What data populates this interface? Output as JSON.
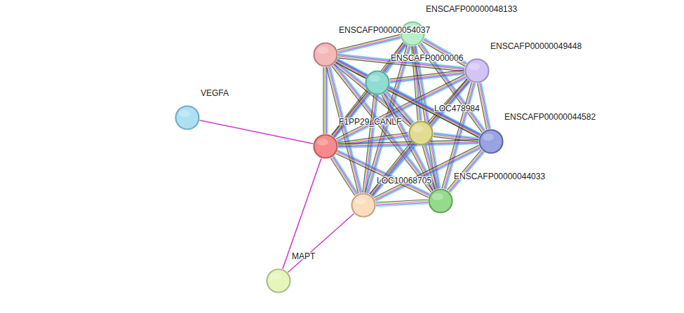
{
  "diagram": {
    "nodes": [
      {
        "text": [
          "ENSCAFP00000048133"
        ]
      },
      {
        "text": [
          "ENSCAFP00000054037"
        ]
      },
      {
        "text": [
          "ENSCAFP00000049448"
        ]
      },
      {
        "text": [
          "ENSCAFP0000006"
        ]
      },
      {
        "text": [
          "VEGFA"
        ]
      },
      {
        "text": [
          "LOC478984"
        ]
      },
      {
        "text": [
          "ENSCAFP00000044582"
        ]
      },
      {
        "text": [
          "F1PP29_CANLF"
        ]
      },
      {
        "text": [
          "ENSCAFP00000044033"
        ]
      },
      {
        "text": [
          "LOC10068705"
        ]
      },
      {
        "text": [
          "MAPT"
        ]
      }
    ],
    "edges": [
      {
        "from": 4,
        "to": 7,
        "arrow": "none"
      },
      {
        "from": 7,
        "to": 10,
        "arrow": "none"
      },
      {
        "from": 9,
        "to": 10,
        "arrow": "none"
      },
      {
        "from": 0,
        "to": 1,
        "arrow": "none"
      },
      {
        "from": 0,
        "to": 2,
        "arrow": "none"
      },
      {
        "from": 0,
        "to": 3,
        "arrow": "none"
      },
      {
        "from": 0,
        "to": 5,
        "arrow": "none"
      },
      {
        "from": 0,
        "to": 6,
        "arrow": "none"
      },
      {
        "from": 0,
        "to": 7,
        "arrow": "none"
      },
      {
        "from": 0,
        "to": 8,
        "arrow": "none"
      },
      {
        "from": 0,
        "to": 9,
        "arrow": "none"
      },
      {
        "from": 1,
        "to": 2,
        "arrow": "none"
      },
      {
        "from": 1,
        "to": 3,
        "arrow": "none"
      },
      {
        "from": 1,
        "to": 5,
        "arrow": "none"
      },
      {
        "from": 1,
        "to": 6,
        "arrow": "none"
      },
      {
        "from": 1,
        "to": 7,
        "arrow": "none"
      },
      {
        "from": 1,
        "to": 8,
        "arrow": "none"
      },
      {
        "from": 1,
        "to": 9,
        "arrow": "none"
      },
      {
        "from": 2,
        "to": 3,
        "arrow": "none"
      },
      {
        "from": 2,
        "to": 5,
        "arrow": "none"
      },
      {
        "from": 2,
        "to": 6,
        "arrow": "none"
      },
      {
        "from": 2,
        "to": 7,
        "arrow": "none"
      },
      {
        "from": 2,
        "to": 8,
        "arrow": "none"
      },
      {
        "from": 2,
        "to": 9,
        "arrow": "none"
      },
      {
        "from": 3,
        "to": 5,
        "arrow": "none"
      },
      {
        "from": 3,
        "to": 6,
        "arrow": "none"
      },
      {
        "from": 3,
        "to": 7,
        "arrow": "none"
      },
      {
        "from": 3,
        "to": 8,
        "arrow": "none"
      },
      {
        "from": 3,
        "to": 9,
        "arrow": "none"
      },
      {
        "from": 5,
        "to": 6,
        "arrow": "none"
      },
      {
        "from": 5,
        "to": 7,
        "arrow": "none"
      },
      {
        "from": 5,
        "to": 8,
        "arrow": "none"
      },
      {
        "from": 5,
        "to": 9,
        "arrow": "none"
      },
      {
        "from": 6,
        "to": 7,
        "arrow": "none"
      },
      {
        "from": 6,
        "to": 8,
        "arrow": "none"
      },
      {
        "from": 6,
        "to": 9,
        "arrow": "none"
      },
      {
        "from": 7,
        "to": 8,
        "arrow": "none"
      },
      {
        "from": 7,
        "to": 9,
        "arrow": "none"
      },
      {
        "from": 8,
        "to": 9,
        "arrow": "none"
      }
    ]
  }
}
